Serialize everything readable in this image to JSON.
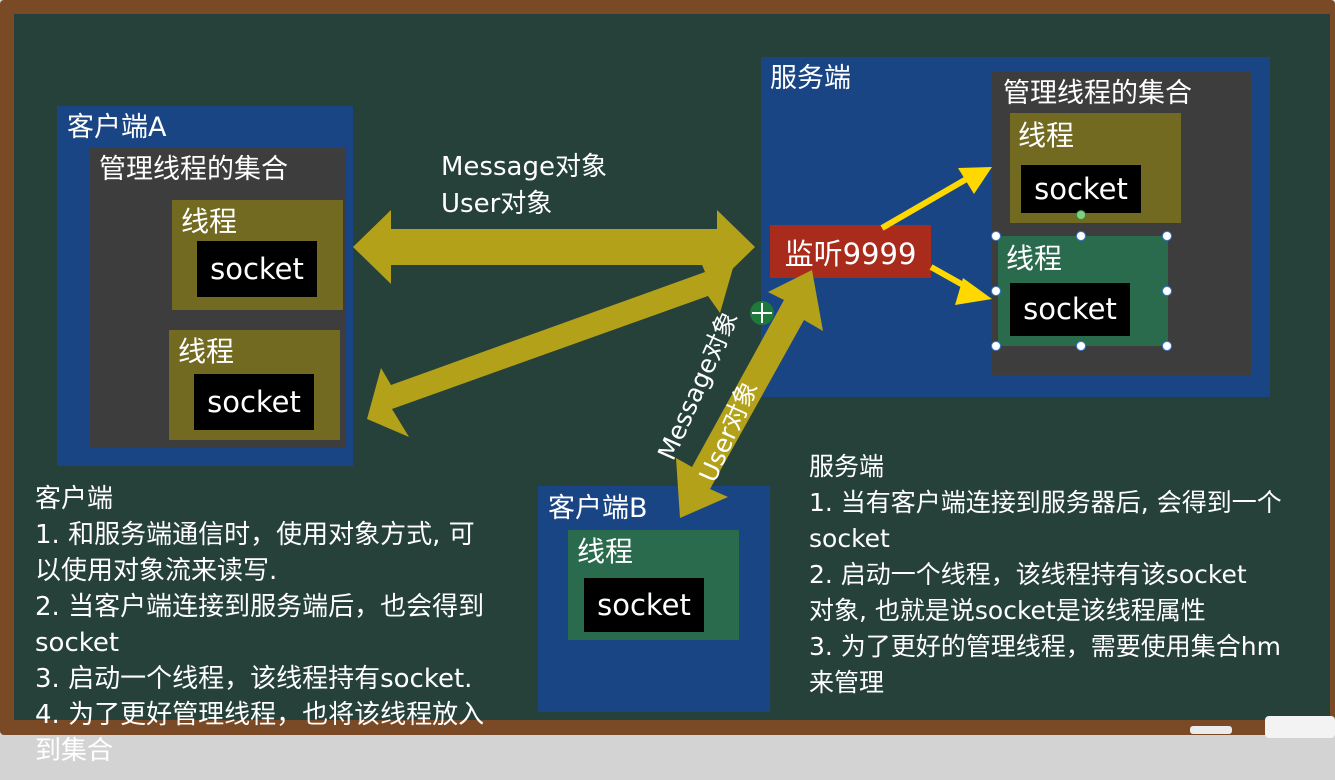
{
  "client_a": {
    "title": "客户端A",
    "collection_title": "管理线程的集合",
    "thread1_label": "线程",
    "thread1_socket": "socket",
    "thread2_label": "线程",
    "thread2_socket": "socket"
  },
  "server": {
    "title": "服务端",
    "collection_title": "管理线程的集合",
    "listen_label": "监听9999",
    "thread1_label": "线程",
    "thread1_socket": "socket",
    "thread2_label": "线程",
    "thread2_socket": "socket"
  },
  "client_b": {
    "title": "客户端B",
    "thread_label": "线程",
    "thread_socket": "socket"
  },
  "arrow_top": {
    "line1": "Message对象",
    "line2": "User对象"
  },
  "arrow_diag": {
    "line1": "Message对象",
    "line2": "User对象"
  },
  "notes_client": {
    "lines": [
      "客户端",
      "1. 和服务端通信时，使用对象方式, 可",
      "以使用对象流来读写.",
      "2. 当客户端连接到服务端后，也会得到",
      "socket",
      "3. 启动一个线程，该线程持有socket.",
      "4. 为了更好管理线程，也将该线程放入",
      "到集合"
    ]
  },
  "notes_server": {
    "lines": [
      "服务端",
      "1. 当有客户端连接到服务器后, 会得到一个",
      "socket",
      "2. 启动一个线程，该线程持有该socket",
      "对象, 也就是说socket是该线程属性",
      "3. 为了更好的管理线程，需要使用集合hm",
      "来管理"
    ]
  },
  "colors": {
    "board": "#26403a",
    "frame": "#7a4a26",
    "panel_blue": "#1a4585",
    "panel_gray": "#3d3d3d",
    "thread_olive": "#736a22",
    "thread_green": "#2a6b4d",
    "listen_red": "#a92b1c",
    "arrow_olive": "#b3a11a",
    "arrow_yellow": "#ffd800"
  }
}
